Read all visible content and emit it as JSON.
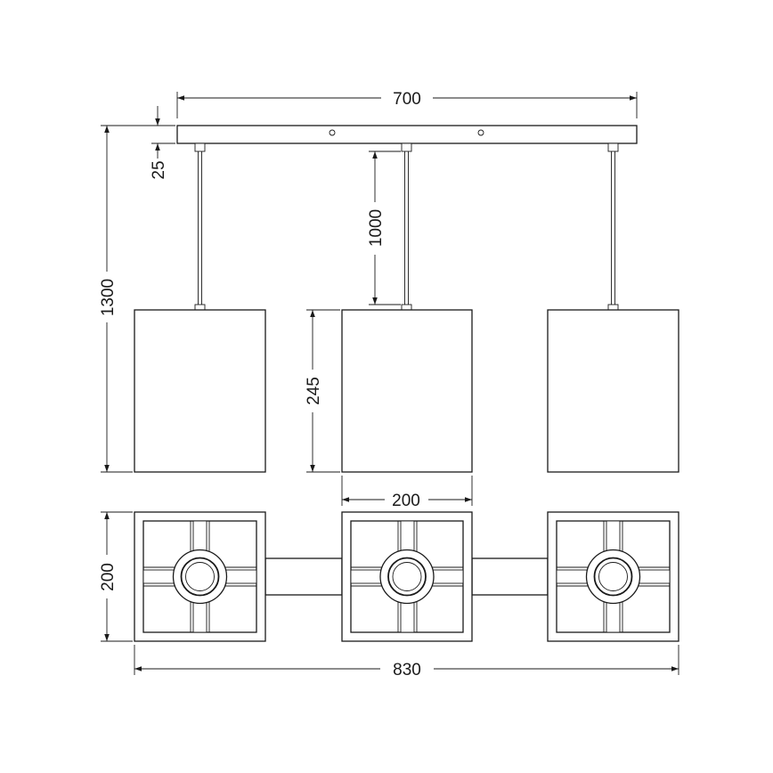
{
  "dimensions": {
    "top_width": "700",
    "canopy_height": "25",
    "total_height": "1300",
    "cable_length": "1000",
    "shade_height": "245",
    "shade_width": "200",
    "plan_depth": "200",
    "plan_width": "830"
  }
}
